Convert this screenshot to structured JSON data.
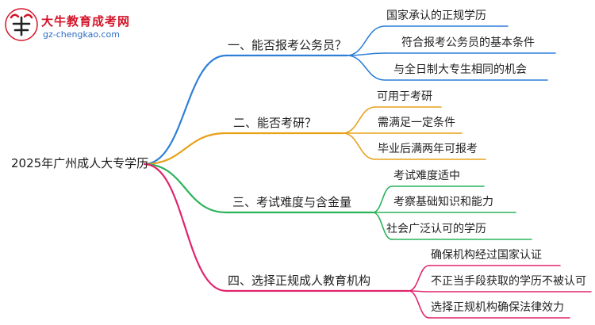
{
  "logo": {
    "name": "大牛教育成考网",
    "url": "gz-chengkao.com",
    "brand_color": "#d3142a",
    "url_color": "#2b6cc4"
  },
  "root": {
    "label": "2025年广州成人大专学历"
  },
  "branches": [
    {
      "label": "一、能否报考公务员？",
      "color": "#2f7fd8",
      "children": [
        "国家承认的正规学历",
        "符合报考公务员的基本条件",
        "与全日制大专生相同的机会"
      ]
    },
    {
      "label": "二、能否考研？",
      "color": "#e6a21a",
      "children": [
        "可用于考研",
        "需满足一定条件",
        "毕业后满两年可报考"
      ]
    },
    {
      "label": "三、考试难度与含金量",
      "color": "#2bb35a",
      "children": [
        "考试难度适中",
        "考察基础知识和能力",
        "社会广泛认可的学历"
      ]
    },
    {
      "label": "四、选择正规成人教育机构",
      "color": "#e0256d",
      "children": [
        "确保机构经过国家认证",
        "不正当手段获取的学历不被认可",
        "选择正规机构确保法律效力"
      ]
    }
  ]
}
